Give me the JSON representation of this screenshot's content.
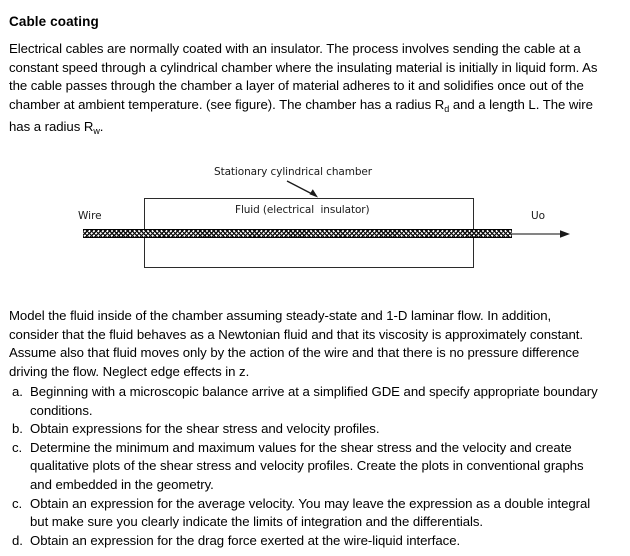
{
  "document": {
    "title": "Cable coating",
    "intro_paragraph": "Electrical cables are normally coated with an insulator.  The process involves sending the cable at a constant speed through a cylindrical chamber where the insulating material is initially in liquid form.  As the cable passes through the chamber a layer of material adheres to it and solidifies once out of the chamber at ambient temperature. (see figure).  The chamber has a radius R",
    "intro_sub_1": "d",
    "intro_middle": " and a length L.  The wire has a radius R",
    "intro_sub_2": "w",
    "intro_end": ".",
    "model_paragraph": "Model the fluid inside of the chamber assuming steady-state and 1-D laminar flow.  In addition, consider that the fluid behaves as a Newtonian fluid and that its viscosity is approximately constant.  Assume also that fluid moves only by the action of the wire and that there is no pressure difference driving the flow.  Neglect edge effects in z.",
    "tasks": [
      {
        "marker": "a.",
        "text": "Beginning with a microscopic balance arrive at a simplified GDE and specify appropriate boundary conditions."
      },
      {
        "marker": "b.",
        "text": "Obtain expressions for the shear stress and velocity profiles."
      },
      {
        "marker": "c.",
        "text": "Determine the minimum and maximum values for the shear stress and the velocity and create qualitative plots of the shear stress and velocity profiles.  Create the plots in conventional graphs and embedded in the geometry."
      },
      {
        "marker": "c.",
        "text": "Obtain an expression for the average velocity.  You may leave the expression as a double integral but make sure you clearly indicate the limits of integration and the differentials."
      },
      {
        "marker": "d.",
        "text": "Obtain an expression for the drag force exerted at the wire-liquid interface."
      }
    ]
  },
  "figure": {
    "chamber_caption": "Stationary cylindrical chamber",
    "fluid_label": "Fluid (electrical  insulator)",
    "wire_label": "Wire",
    "velocity_label": "Uo"
  },
  "colors": {
    "page_background": "#ffffff",
    "text": "#000000",
    "figure_line": "#2b2b2b",
    "figure_label_text": "#1a1a1a",
    "hatch": "#111111"
  }
}
